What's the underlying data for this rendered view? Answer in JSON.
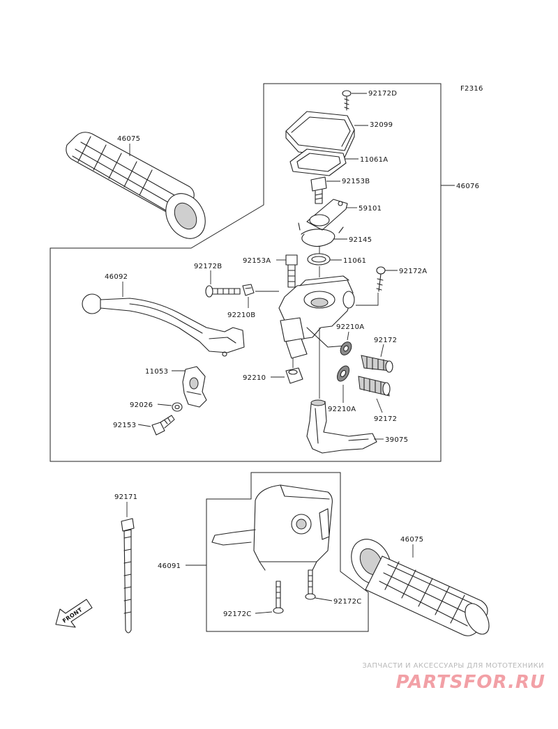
{
  "figure_code": "F2316",
  "labels": {
    "p46075_top": "46075",
    "p92172D": "92172D",
    "p32099": "32099",
    "p11061A": "11061A",
    "p92153B": "92153B",
    "p46076": "46076",
    "p59101": "59101",
    "p92145": "92145",
    "p92153A": "92153A",
    "p11061": "11061",
    "p92172A": "92172A",
    "p92172B": "92172B",
    "p46092": "46092",
    "p92210B": "92210B",
    "p92210A_1": "92210A",
    "p92172_1": "92172",
    "p11053": "11053",
    "p92210": "92210",
    "p92026": "92026",
    "p92153": "92153",
    "p92210A_2": "92210A",
    "p92172_2": "92172",
    "p39075": "39075",
    "p92171": "92171",
    "p46075_bottom": "46075",
    "p46091": "46091",
    "p92172C_1": "92172C",
    "p92172C_2": "92172C"
  },
  "front_arrow": "FRONT",
  "watermark": {
    "line1": "ЗАПЧАСТИ И АКСЕССУАРЫ ДЛЯ МОТОТЕХНИКИ",
    "line2": "PARTSFOR.RU"
  }
}
